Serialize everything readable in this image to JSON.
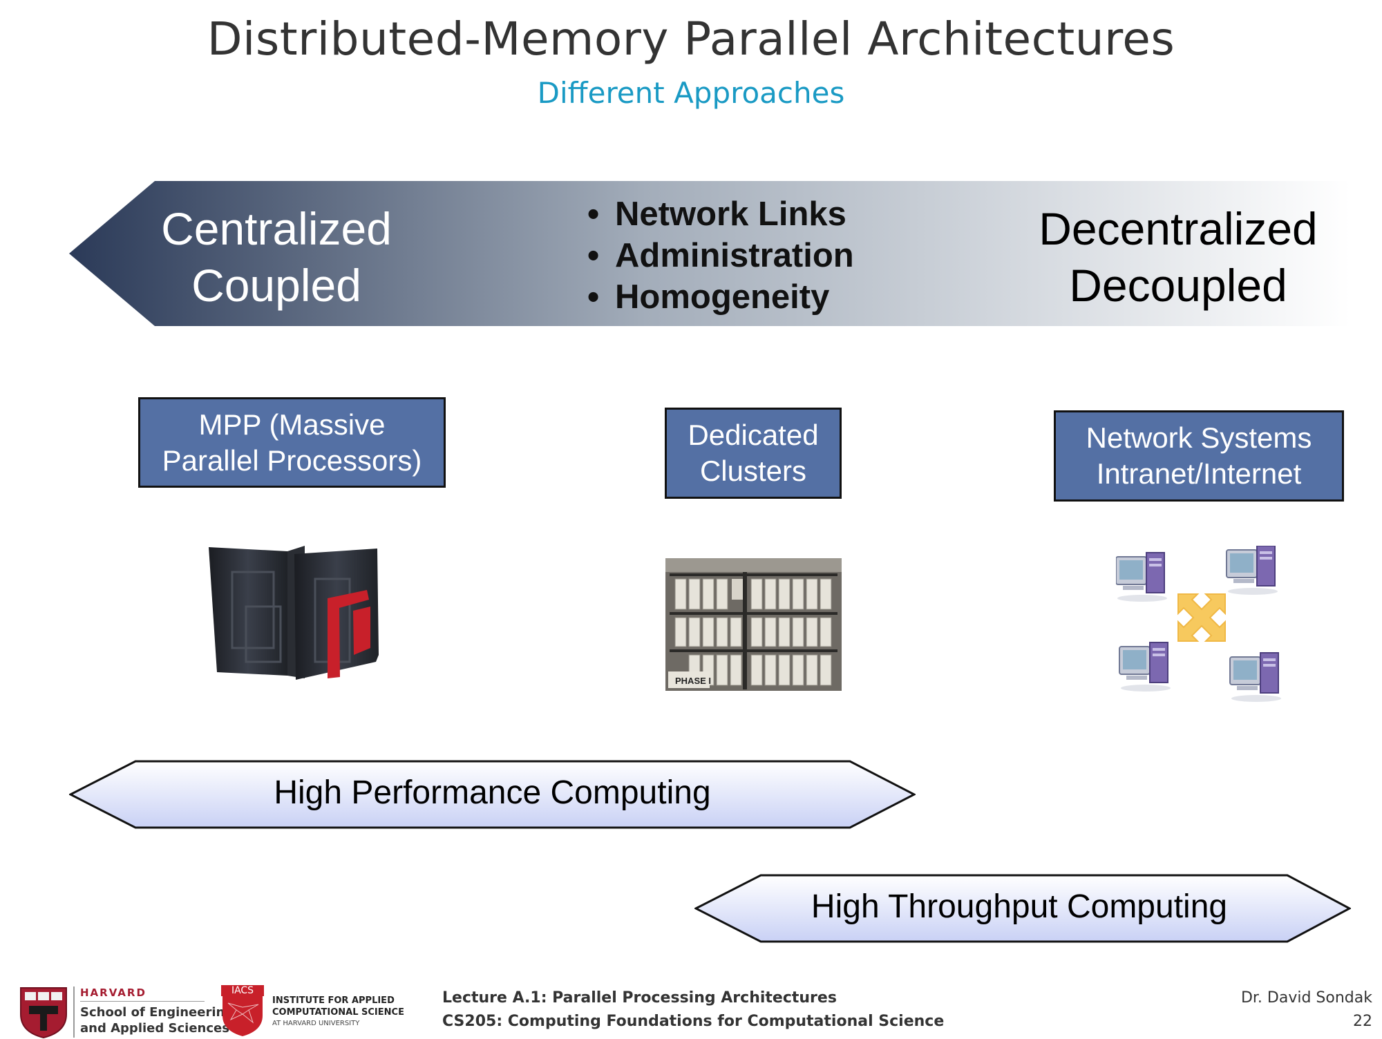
{
  "slide": {
    "title": "Distributed-Memory Parallel Architectures",
    "subtitle": "Different Approaches"
  },
  "spectrum": {
    "left_line1": "Centralized",
    "left_line2": "Coupled",
    "right_line1": "Decentralized",
    "right_line2": "Decoupled",
    "bullets": [
      "Network Links",
      "Administration",
      "Homogeneity"
    ],
    "gradient_dark": "#2b3a58",
    "gradient_light": "#ffffff"
  },
  "categories": {
    "mpp_line1": "MPP (Massive",
    "mpp_line2": "Parallel Processors)",
    "clusters_line1": "Dedicated",
    "clusters_line2": "Clusters",
    "network_line1": "Network Systems",
    "network_line2": "Intranet/Internet",
    "box_color": "#5470a4"
  },
  "images": {
    "cluster_photo_caption": "PHASE I"
  },
  "banners": {
    "hpc": "High Performance Computing",
    "htc": "High Throughput Computing"
  },
  "footer": {
    "harvard_name": "HARVARD",
    "harvard_school_line1": "School of Engineering",
    "harvard_school_line2": "and Applied Sciences",
    "iacs_abbrev": "IACS",
    "iacs_line1": "INSTITUTE FOR APPLIED",
    "iacs_line2": "COMPUTATIONAL SCIENCE",
    "iacs_line3": "AT HARVARD UNIVERSITY",
    "lecture": "Lecture A.1: Parallel Processing Architectures",
    "course": "CS205: Computing Foundations for Computational Science",
    "author": "Dr. David Sondak",
    "page_number": "22"
  }
}
